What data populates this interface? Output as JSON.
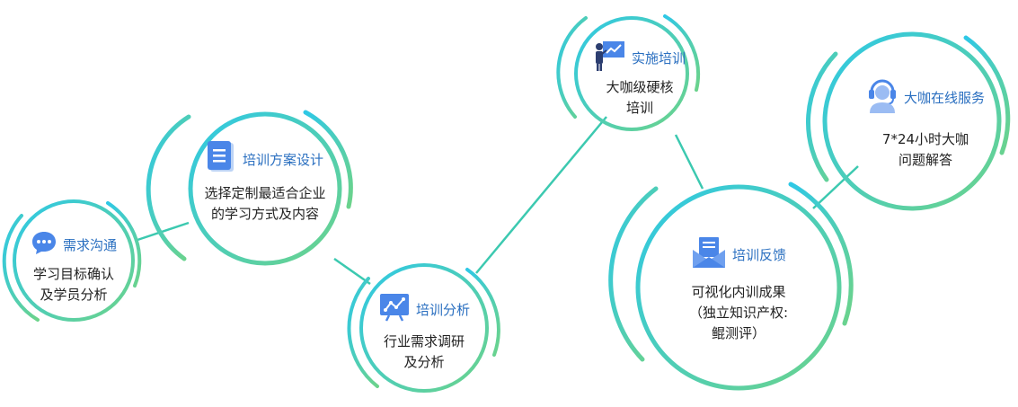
{
  "colors": {
    "ring_start": "#2ec8e6",
    "ring_end": "#5fcf8f",
    "connector": "#3cc9b0",
    "title": "#2a6fc0",
    "icon_blue": "#4a86e8"
  },
  "nodes": [
    {
      "id": "demand",
      "icon": "chat-bubble-icon",
      "title": "需求沟通",
      "desc": [
        "学习目标确认",
        "及学员分析"
      ]
    },
    {
      "id": "plan",
      "icon": "document-icon",
      "title": "培训方案设计",
      "desc": [
        "选择定制最适合企业",
        "的学习方式及内容"
      ]
    },
    {
      "id": "analysis",
      "icon": "presentation-chart-icon",
      "title": "培训分析",
      "desc": [
        "行业需求调研",
        "及分析"
      ]
    },
    {
      "id": "implement",
      "icon": "teacher-board-icon",
      "title": "实施培训",
      "desc": [
        "大咖级硬核",
        "培训"
      ]
    },
    {
      "id": "feedback",
      "icon": "envelope-icon",
      "title": "培训反馈",
      "desc": [
        "可视化内训成果",
        "（独立知识产权:",
        "鲲测评）"
      ]
    },
    {
      "id": "service",
      "icon": "headset-support-icon",
      "title": "大咖在线服务",
      "desc": [
        "7*24小时大咖",
        "问题解答"
      ]
    }
  ]
}
